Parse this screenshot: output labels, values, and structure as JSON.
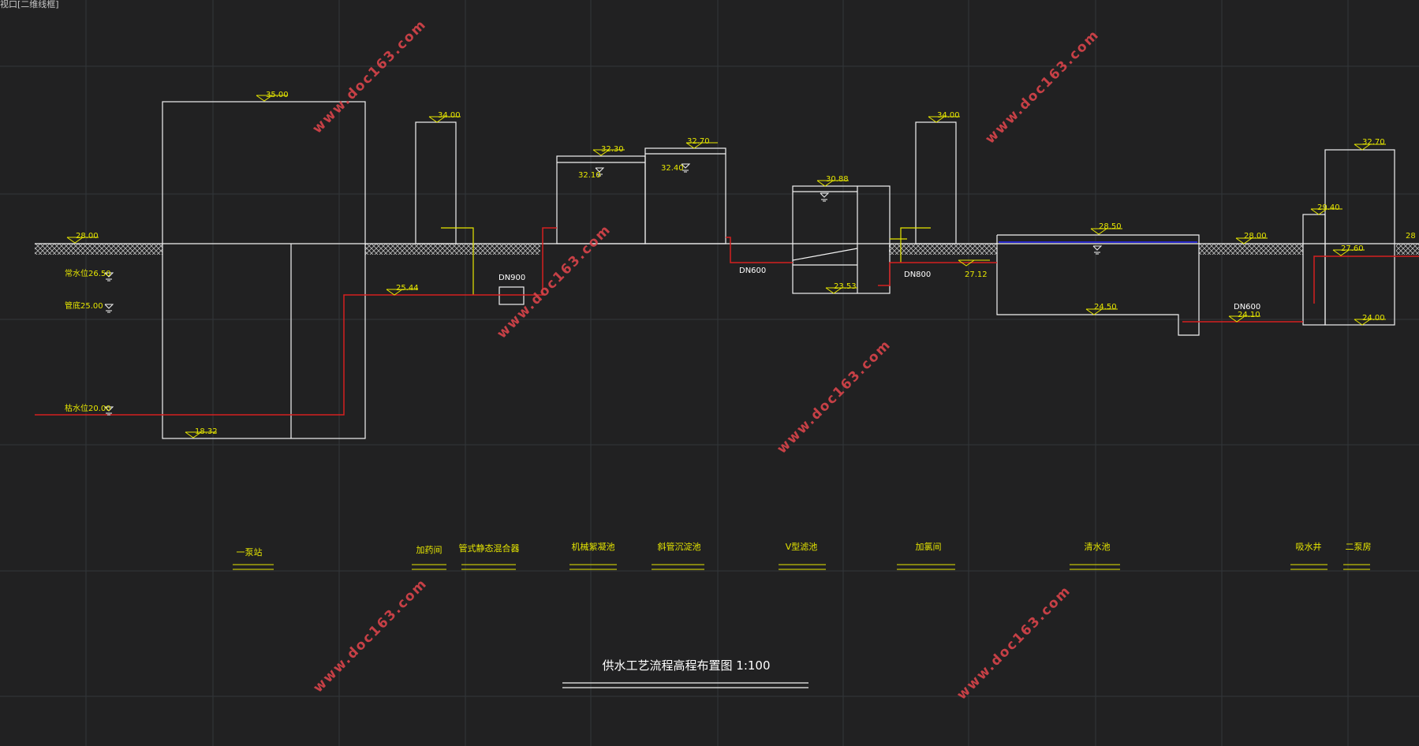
{
  "viewport_label": "视口[二维线框]",
  "title": "供水工艺流程高程布置图 1:100",
  "watermark": "www.doc163.com",
  "colors": {
    "background": "#212122",
    "grid": "#33363a",
    "outline": "#f2f2f2",
    "text": "#e6e600",
    "pipe": "#d62020",
    "water_level": "#2626c8"
  },
  "side_levels": {
    "normal": "常水位26.50",
    "pipe": "管底25.00",
    "low": "枯水位20.00"
  },
  "elevations": {
    "ground_left": "28.00",
    "pump1_top": "35.00",
    "pump1_bottom": "18.32",
    "dosing_top": "34.00",
    "pipe_level": "25.44",
    "floc_top": "32.30",
    "floc_water": "32.10",
    "sed_top": "32.70",
    "sed_water": "32.40",
    "vfilter_top": "30.88",
    "vfilter_bottom": "23.53",
    "chlor_top": "34.00",
    "chlor_pipe": "27.12",
    "clear_water": "28.50",
    "clear_bottom": "24.50",
    "ground_right": "28.00",
    "suction_top": "29.40",
    "pump2_top": "32.70",
    "pump2_mid": "27.60",
    "pump2_bottom": "24.00",
    "pipe_out": "24.10",
    "edge": "28"
  },
  "pipe_labels": {
    "dn900": "DN900",
    "dn600_a": "DN600",
    "dn800": "DN800",
    "dn600_b": "DN600"
  },
  "units": [
    "一泵站",
    "加药间",
    "管式静态混合器",
    "机械絮凝池",
    "斜管沉淀池",
    "V型滤池",
    "加氯间",
    "清水池",
    "吸水井",
    "二泵房"
  ]
}
